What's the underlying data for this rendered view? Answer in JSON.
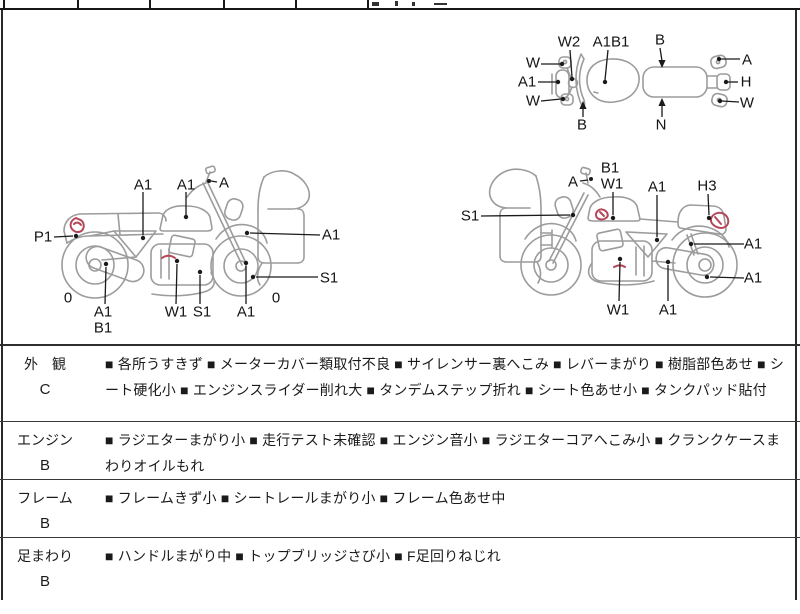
{
  "colors": {
    "outline": "#9c9c9c",
    "annotation": "#1a1a1a",
    "damage_mark": "#b5465a",
    "border": "#2a2a2a"
  },
  "diagrams": {
    "top_view": {
      "labels": [
        "W2",
        "A1B1",
        "B",
        "W",
        "A1",
        "W",
        "B",
        "N",
        "A",
        "H",
        "W"
      ]
    },
    "left_side": {
      "labels": [
        "A1",
        "A1",
        "A",
        "P1",
        "A1",
        "S1",
        "0",
        "A1",
        "B1",
        "W1",
        "S1",
        "A1",
        "0"
      ],
      "red_marks": [
        "rear-fender",
        "engine"
      ]
    },
    "right_side": {
      "labels": [
        "A",
        "B1",
        "W1",
        "A1",
        "H3",
        "S1",
        "A1",
        "A1",
        "W1",
        "A1"
      ],
      "red_marks": [
        "fuel-tank",
        "tail-cowl",
        "engine"
      ]
    }
  },
  "table": {
    "rows": [
      {
        "category": "外　観",
        "grade": "C",
        "defects": "■ 各所うすきず ■ メーターカバー類取付不良 ■ サイレンサー裏へこみ ■ レバーまがり ■ 樹脂部色あせ ■ シート硬化小 ■ エンジンスライダー削れ大 ■ タンデムステップ折れ ■ シート色あせ小 ■ タンクパッド貼付"
      },
      {
        "category": "エンジン",
        "grade": "B",
        "defects": "■ ラジエターまがり小 ■ 走行テスト未確認 ■ エンジン音小 ■ ラジエターコアへこみ小 ■ クランクケースまわりオイルもれ"
      },
      {
        "category": "フレーム",
        "grade": "B",
        "defects": "■ フレームきず小 ■ シートレールまがり小 ■ フレーム色あせ中"
      },
      {
        "category": "足まわり",
        "grade": "B",
        "defects": "■ ハンドルまがり中 ■ トップブリッジさび小 ■ F足回りねじれ"
      }
    ]
  }
}
